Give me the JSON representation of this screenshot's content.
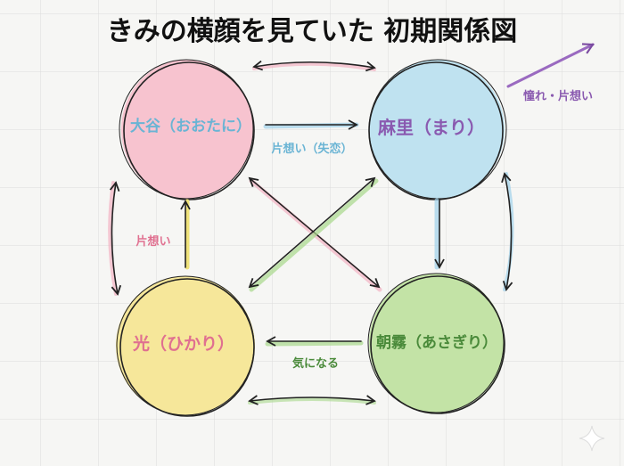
{
  "title": "きみの横顔を見ていた 初期関係図",
  "nodes": {
    "otani": {
      "label": "大谷（おおたに）",
      "fill": "#f7c3cf",
      "text_color": "#6ab4d4"
    },
    "mari": {
      "label": "麻里（まり）",
      "fill": "#bfe2f0",
      "text_color": "#8a5ab0"
    },
    "hikari": {
      "label": "光（ひかり）",
      "fill": "#f6e79a",
      "text_color": "#e07090"
    },
    "asagiri": {
      "label": "朝霧（あさぎり）",
      "fill": "#c3e3a6",
      "text_color": "#4a8a3a"
    }
  },
  "edges": {
    "otani_mari": "片想い（失恋）",
    "mari_out": "憧れ・片想い",
    "hikari_otani": "片想い",
    "asagiri_hikari": "気になる"
  },
  "colors": {
    "pink": "#f3a9bb",
    "blue": "#9fd2ea",
    "yellow": "#efe27a",
    "green": "#a8d98a",
    "purple": "#9a6ac0"
  }
}
